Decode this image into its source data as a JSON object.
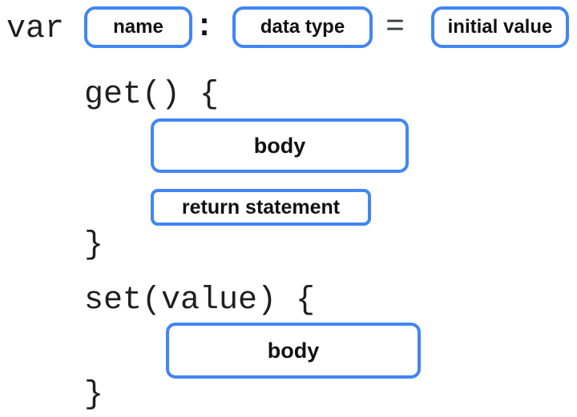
{
  "colors": {
    "accent": "#4285F4",
    "code_text": "#1f1f1f",
    "label_text": "#111111",
    "equals_text": "#3c4043",
    "background": "#ffffff"
  },
  "declaration_line": {
    "keyword": "var",
    "name_label": "name",
    "colon": ":",
    "type_label": "data type",
    "equals": "=",
    "initial_label": "initial value"
  },
  "getter": {
    "open": "get() {",
    "body_label": "body",
    "return_label": "return statement",
    "close": "}"
  },
  "setter": {
    "open": "set(value) {",
    "body_label": "body",
    "close": "}"
  }
}
